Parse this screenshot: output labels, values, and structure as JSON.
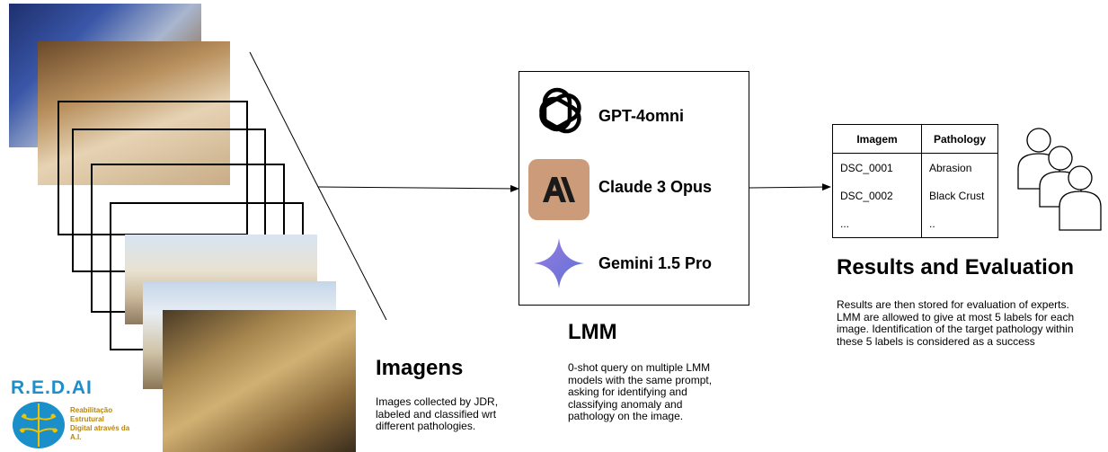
{
  "imagens": {
    "title": "Imagens",
    "description_lines": [
      "Images collected by JDR,",
      "labeled and classified wrt",
      "different pathologies."
    ]
  },
  "lmm": {
    "title": "LMM",
    "description_lines": [
      "0-shot query on multiple LMM",
      "models with the same prompt,",
      "asking for identifying and",
      "classifying anomaly and",
      "pathology on the image."
    ],
    "models": [
      {
        "name": "GPT-4omni",
        "icon": "openai-logo-icon"
      },
      {
        "name": "Claude 3 Opus",
        "icon": "anthropic-logo-icon",
        "tile_color": "#cc9b7a"
      },
      {
        "name": "Gemini 1.5 Pro",
        "icon": "gemini-star-icon",
        "color": "#7b6fd6"
      }
    ]
  },
  "results": {
    "title": "Results and Evaluation",
    "description_lines": [
      "Results are then stored for evaluation of experts.",
      "LMM are allowed to give at most 5 labels for each",
      "image. Identification of the target pathology within",
      "these 5 labels is considered as a success"
    ],
    "table": {
      "headers": [
        "Imagem",
        "Pathology"
      ],
      "rows": [
        [
          "DSC_0001",
          "Abrasion"
        ],
        [
          "DSC_0002",
          "Black Crust"
        ],
        [
          "...",
          ".."
        ]
      ]
    },
    "experts_icon": "users-group-icon"
  },
  "logo": {
    "title": "R.E.D.AI",
    "lines": [
      "Reabilitação",
      "Estrutural",
      "Digital através da",
      "A.I."
    ],
    "color": "#1a8fc9"
  }
}
